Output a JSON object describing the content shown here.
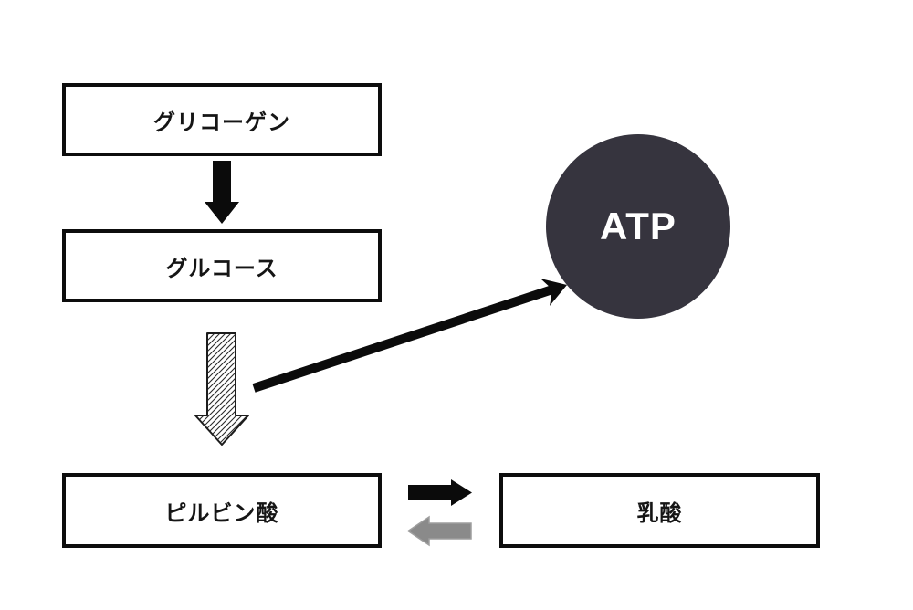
{
  "diagram": {
    "background": "#ffffff",
    "nodes": [
      {
        "id": "glycogen",
        "label": "グリコーゲン",
        "shape": "rect"
      },
      {
        "id": "glucose",
        "label": "グルコース",
        "shape": "rect"
      },
      {
        "id": "pyruvate",
        "label": "ピルビン酸",
        "shape": "rect"
      },
      {
        "id": "lactate",
        "label": "乳酸",
        "shape": "rect"
      },
      {
        "id": "atp",
        "label": "ATP",
        "shape": "circle"
      }
    ],
    "edges": [
      {
        "from": "glycogen",
        "to": "glucose",
        "style": "solid-black-block-arrow-down"
      },
      {
        "from": "glucose",
        "to": "pyruvate",
        "style": "hatched-outline-block-arrow-down"
      },
      {
        "from": "glucose",
        "to": "atp",
        "style": "thin-black-line-arrow"
      },
      {
        "from": "pyruvate",
        "to": "lactate",
        "style": "black-block-arrow-right"
      },
      {
        "from": "lactate",
        "to": "pyruvate",
        "style": "gray-block-arrow-left"
      }
    ],
    "colors": {
      "box_fill": "#ffffff",
      "box_border": "#0d0d0d",
      "arrow_black": "#0b0b0b",
      "arrow_gray": "#8a8a8a",
      "arrow_gray_border": "#9e9e9e",
      "hatch_stroke": "#2a2a2a",
      "atp_circle": "#36343e",
      "atp_text": "#ffffff"
    }
  }
}
